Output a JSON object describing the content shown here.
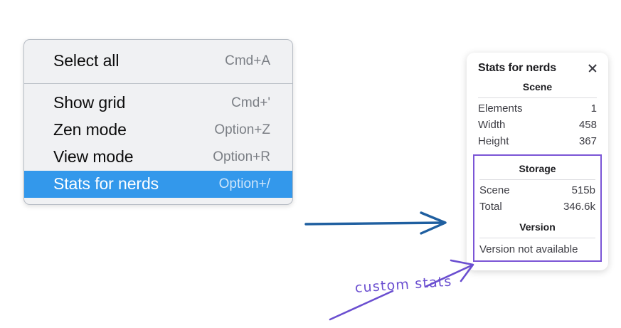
{
  "context_menu": {
    "name": "context-menu",
    "groups": [
      {
        "items": [
          {
            "label": "Select all",
            "shortcut": "Cmd+A",
            "selected": false
          }
        ]
      },
      {
        "items": [
          {
            "label": "Show grid",
            "shortcut": "Cmd+'",
            "selected": false
          },
          {
            "label": "Zen mode",
            "shortcut": "Option+Z",
            "selected": false
          },
          {
            "label": "View mode",
            "shortcut": "Option+R",
            "selected": false
          },
          {
            "label": "Stats for nerds",
            "shortcut": "Option+/",
            "selected": true
          }
        ]
      }
    ],
    "highlight_color": "#3398eb",
    "background_color": "#f0f1f3"
  },
  "stats_panel": {
    "title": "Stats for nerds",
    "close_icon": "close-icon",
    "sections": [
      {
        "heading": "Scene",
        "boxed": false,
        "rows": [
          {
            "key": "Elements",
            "value": "1"
          },
          {
            "key": "Width",
            "value": "458"
          },
          {
            "key": "Height",
            "value": "367"
          }
        ]
      },
      {
        "heading": "Storage",
        "boxed": true,
        "rows": [
          {
            "key": "Scene",
            "value": "515b"
          },
          {
            "key": "Total",
            "value": "346.6k"
          }
        ]
      },
      {
        "heading": "Version",
        "boxed": true,
        "note": "Version not available"
      }
    ],
    "highlight_border_color": "#7b55d6"
  },
  "annotations": {
    "label": "custom stats",
    "label_color": "#6a4ed0",
    "blue_arrow_color": "#1f5fa0"
  }
}
